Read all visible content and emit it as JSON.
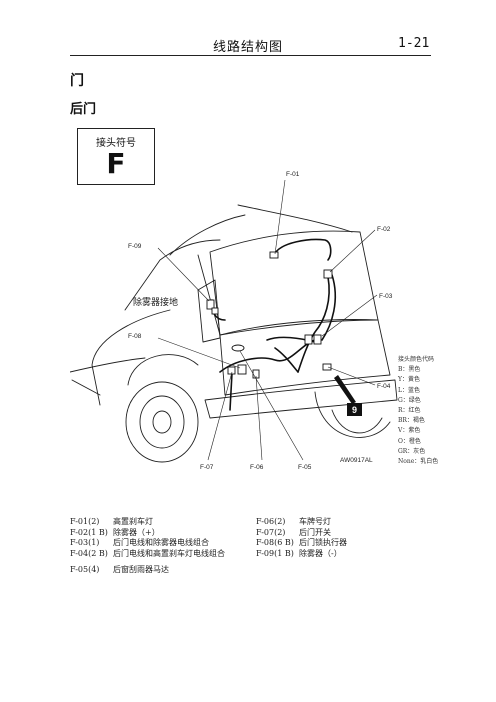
{
  "header": {
    "title": "线路结构图",
    "page": "1-21"
  },
  "section_title": "门",
  "subsection_title": "后门",
  "connector_box": {
    "label": "接头符号",
    "letter": "F"
  },
  "diagram": {
    "callouts": [
      "F-01",
      "F-02",
      "F-03",
      "F-04",
      "F-05",
      "F-06",
      "F-07",
      "F-08",
      "F-09"
    ],
    "ground_label": "除雾器接地",
    "badge": "9",
    "figure_code": "AW0917AL"
  },
  "legend": {
    "title": "接头颜色代码",
    "items": [
      "B：黑色",
      "Y：黄色",
      "L：蓝色",
      "G：绿色",
      "R：红色",
      "BR：褐色",
      "V：紫色",
      "O：橙色",
      "GR：灰色",
      "None：乳白色"
    ]
  },
  "connectors_left": [
    {
      "code": "F-01(2)",
      "desc": "高置刹车灯"
    },
    {
      "code": "F-02(1 B)",
      "desc": "除雾器（+）"
    },
    {
      "code": "F-03(1)",
      "desc": "后门电线和除雾器电线组合"
    },
    {
      "code": "F-04(2 B)",
      "desc": "后门电线和高置刹车灯电线组合"
    },
    {
      "code": "F-05(4)",
      "desc": "后窗刮雨器马达"
    }
  ],
  "connectors_right": [
    {
      "code": "F-06(2)",
      "desc": "车牌号灯"
    },
    {
      "code": "F-07(2)",
      "desc": "后门开关"
    },
    {
      "code": "F-08(6 B)",
      "desc": "后门锁执行器"
    },
    {
      "code": "F-09(1 B)",
      "desc": "除雾器（-）"
    }
  ]
}
